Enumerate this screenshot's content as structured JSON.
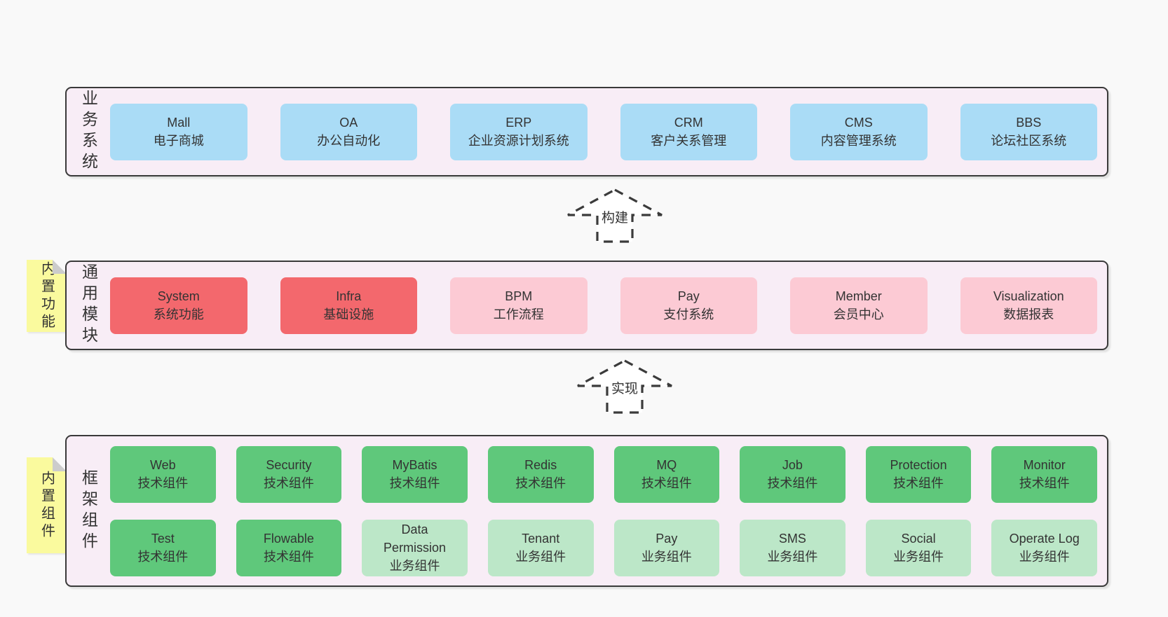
{
  "palette": {
    "page_bg": "#f9f9f9",
    "layer_bg": "#f8edf6",
    "layer_border": "#3a3a3a",
    "text": "#333333",
    "blue": "#aadcf6",
    "red": "#f3686d",
    "pink": "#fccad4",
    "green": "#5fc87b",
    "green_light": "#bce7c8",
    "note_bg": "#fafa9e",
    "note_fold": "#cccccc",
    "arrow_fill": "#ffffff",
    "arrow_stroke": "#3b3b3b"
  },
  "layers": [
    {
      "label": "业务系统",
      "boxes": [
        {
          "en": "Mall",
          "zh": "电子商城",
          "color": "blue"
        },
        {
          "en": "OA",
          "zh": "办公自动化",
          "color": "blue"
        },
        {
          "en": "ERP",
          "zh": "企业资源计划系统",
          "color": "blue"
        },
        {
          "en": "CRM",
          "zh": "客户关系管理",
          "color": "blue"
        },
        {
          "en": "CMS",
          "zh": "内容管理系统",
          "color": "blue"
        },
        {
          "en": "BBS",
          "zh": "论坛社区系统",
          "color": "blue"
        }
      ]
    },
    {
      "label": "通用模块",
      "note": "内置功能",
      "boxes": [
        {
          "en": "System",
          "zh": "系统功能",
          "color": "red"
        },
        {
          "en": "Infra",
          "zh": "基础设施",
          "color": "red"
        },
        {
          "en": "BPM",
          "zh": "工作流程",
          "color": "pink"
        },
        {
          "en": "Pay",
          "zh": "支付系统",
          "color": "pink"
        },
        {
          "en": "Member",
          "zh": "会员中心",
          "color": "pink"
        },
        {
          "en": "Visualization",
          "zh": "数据报表",
          "color": "pink"
        }
      ]
    },
    {
      "label": "框架组件",
      "note": "内置组件",
      "rows": [
        [
          {
            "en": "Web",
            "zh": "技术组件",
            "color": "green"
          },
          {
            "en": "Security",
            "zh": "技术组件",
            "color": "green"
          },
          {
            "en": "MyBatis",
            "zh": "技术组件",
            "color": "green"
          },
          {
            "en": "Redis",
            "zh": "技术组件",
            "color": "green"
          },
          {
            "en": "MQ",
            "zh": "技术组件",
            "color": "green"
          },
          {
            "en": "Job",
            "zh": "技术组件",
            "color": "green"
          },
          {
            "en": "Protection",
            "zh": "技术组件",
            "color": "green"
          },
          {
            "en": "Monitor",
            "zh": "技术组件",
            "color": "green"
          }
        ],
        [
          {
            "en": "Test",
            "zh": "技术组件",
            "color": "green"
          },
          {
            "en": "Flowable",
            "zh": "技术组件",
            "color": "green"
          },
          {
            "en": "Data Permission",
            "zh": "业务组件",
            "color": "green_light"
          },
          {
            "en": "Tenant",
            "zh": "业务组件",
            "color": "green_light"
          },
          {
            "en": "Pay",
            "zh": "业务组件",
            "color": "green_light"
          },
          {
            "en": "SMS",
            "zh": "业务组件",
            "color": "green_light"
          },
          {
            "en": "Social",
            "zh": "业务组件",
            "color": "green_light"
          },
          {
            "en": "Operate Log",
            "zh": "业务组件",
            "color": "green_light"
          }
        ]
      ]
    }
  ],
  "arrows": [
    {
      "label": "构建"
    },
    {
      "label": "实现"
    }
  ]
}
